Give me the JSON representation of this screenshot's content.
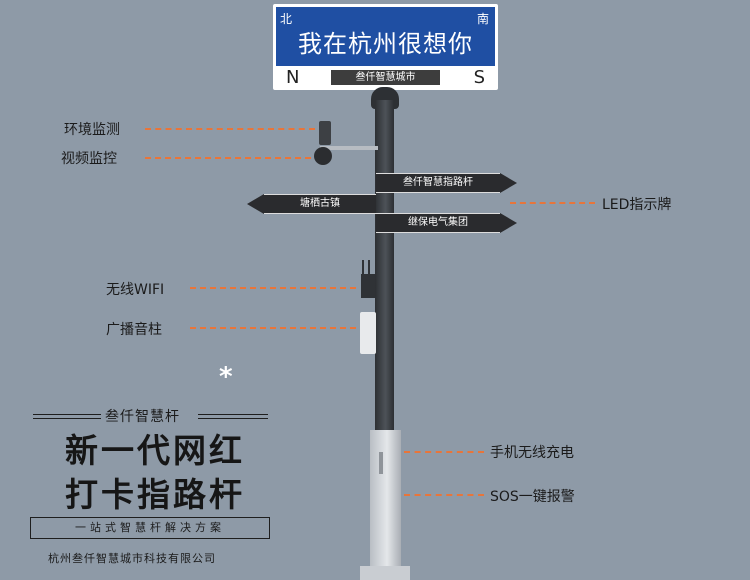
{
  "street_sign": {
    "north_cn": "北",
    "south_cn": "南",
    "title": "我在杭州很想你",
    "north_en": "N",
    "south_en": "S",
    "org": "叁仟智慧城市"
  },
  "arrows": {
    "a1": "叁仟智慧指路杆",
    "a2": "塘栖古镇",
    "a3": "继保电气集团"
  },
  "callouts": {
    "env": "环境监测",
    "video": "视频监控",
    "led": "LED指示牌",
    "wifi": "无线WIFI",
    "speaker": "广播音柱",
    "charging": "手机无线充电",
    "sos": "SOS一键报警"
  },
  "brand": {
    "small": "叁仟智慧杆",
    "line1": "新一代网红",
    "line2": "打卡指路杆",
    "box": "一站式智慧杆解决方案",
    "company": "杭州叁仟智慧城市科技有限公司"
  },
  "symbols": {
    "star": "*"
  },
  "colors": {
    "background": "#8e9aa7",
    "sign_blue": "#1f4fa3",
    "dash_orange": "#e8753a"
  }
}
